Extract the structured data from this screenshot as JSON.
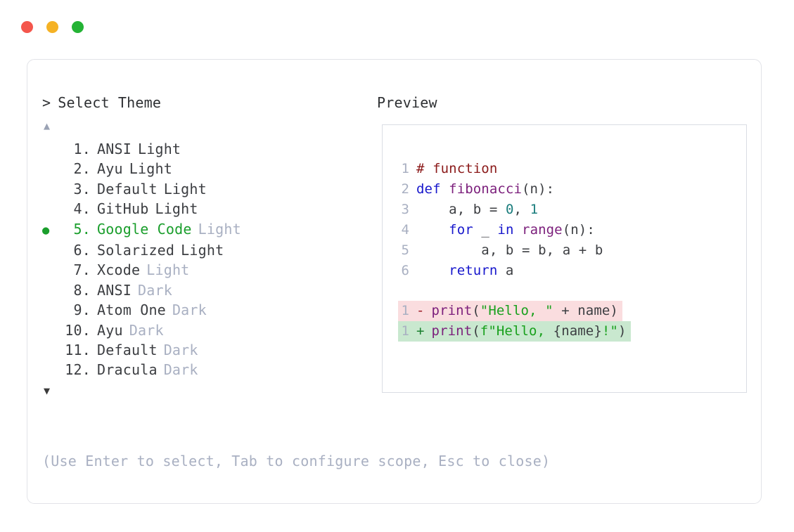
{
  "window": {
    "dots": [
      {
        "name": "close-dot",
        "color": "#F4564C"
      },
      {
        "name": "minimize-dot",
        "color": "#F5B225"
      },
      {
        "name": "maximize-dot",
        "color": "#24B335"
      }
    ]
  },
  "prompt": {
    "caret": ">",
    "title": "Select Theme"
  },
  "scroll": {
    "up_glyph": "▲",
    "down_glyph": "▼"
  },
  "selected_bullet": "●",
  "themes": [
    {
      "number": " 1.",
      "name": "ANSI",
      "variant": "Light",
      "selected": false,
      "variant_muted": false
    },
    {
      "number": " 2.",
      "name": "Ayu",
      "variant": "Light",
      "selected": false,
      "variant_muted": false
    },
    {
      "number": " 3.",
      "name": "Default",
      "variant": "Light",
      "selected": false,
      "variant_muted": false
    },
    {
      "number": " 4.",
      "name": "GitHub",
      "variant": "Light",
      "selected": false,
      "variant_muted": false
    },
    {
      "number": " 5.",
      "name": "Google Code",
      "variant": "Light",
      "selected": true,
      "variant_muted": true
    },
    {
      "number": " 6.",
      "name": "Solarized",
      "variant": "Light",
      "selected": false,
      "variant_muted": false
    },
    {
      "number": " 7.",
      "name": "Xcode",
      "variant": "Light",
      "selected": false,
      "variant_muted": true
    },
    {
      "number": " 8.",
      "name": "ANSI",
      "variant": "Dark",
      "selected": false,
      "variant_muted": true
    },
    {
      "number": " 9.",
      "name": "Atom One",
      "variant": "Dark",
      "selected": false,
      "variant_muted": true
    },
    {
      "number": "10.",
      "name": "Ayu",
      "variant": "Dark",
      "selected": false,
      "variant_muted": true
    },
    {
      "number": "11.",
      "name": "Default",
      "variant": "Dark",
      "selected": false,
      "variant_muted": true
    },
    {
      "number": "12.",
      "name": "Dracula",
      "variant": "Dark",
      "selected": false,
      "variant_muted": true
    }
  ],
  "hint": "(Use Enter to select, Tab to configure scope, Esc to close)",
  "preview": {
    "label": "Preview",
    "code_lines": [
      {
        "ln": "1",
        "tokens": [
          {
            "t": "# function",
            "c": "t-comment"
          }
        ]
      },
      {
        "ln": "2",
        "tokens": [
          {
            "t": "def ",
            "c": "t-kw"
          },
          {
            "t": "fibonacci",
            "c": "t-fn"
          },
          {
            "t": "(n):",
            "c": "t-plain"
          }
        ]
      },
      {
        "ln": "3",
        "tokens": [
          {
            "t": "    a, b = ",
            "c": "t-plain"
          },
          {
            "t": "0",
            "c": "t-num"
          },
          {
            "t": ", ",
            "c": "t-plain"
          },
          {
            "t": "1",
            "c": "t-num"
          }
        ]
      },
      {
        "ln": "4",
        "tokens": [
          {
            "t": "    ",
            "c": "t-plain"
          },
          {
            "t": "for",
            "c": "t-kw"
          },
          {
            "t": " _ ",
            "c": "t-plain"
          },
          {
            "t": "in",
            "c": "t-kw"
          },
          {
            "t": " ",
            "c": "t-plain"
          },
          {
            "t": "range",
            "c": "t-fn"
          },
          {
            "t": "(n):",
            "c": "t-plain"
          }
        ]
      },
      {
        "ln": "5",
        "tokens": [
          {
            "t": "        a, b = b, a + b",
            "c": "t-plain"
          }
        ]
      },
      {
        "ln": "6",
        "tokens": [
          {
            "t": "    ",
            "c": "t-plain"
          },
          {
            "t": "return",
            "c": "t-kw"
          },
          {
            "t": " a",
            "c": "t-plain"
          }
        ]
      }
    ],
    "diff_lines": [
      {
        "ln": "1",
        "kind": "removed",
        "sign": "-",
        "tokens": [
          {
            "t": "print",
            "c": "t-fn"
          },
          {
            "t": "(",
            "c": "t-plain"
          },
          {
            "t": "\"Hello, \"",
            "c": "t-str"
          },
          {
            "t": " + name)",
            "c": "t-plain"
          }
        ]
      },
      {
        "ln": "1",
        "kind": "added",
        "sign": "+",
        "tokens": [
          {
            "t": "print",
            "c": "t-fn"
          },
          {
            "t": "(",
            "c": "t-plain"
          },
          {
            "t": "f",
            "c": "t-str"
          },
          {
            "t": "\"Hello, ",
            "c": "t-str"
          },
          {
            "t": "{name}",
            "c": "t-plain"
          },
          {
            "t": "!\"",
            "c": "t-str"
          },
          {
            "t": ")",
            "c": "t-plain"
          }
        ]
      }
    ]
  },
  "colors": {
    "accent_green": "#1A9E2C",
    "muted": "#A9B0C2",
    "text": "#3C3E42",
    "diff_removed_bg": "#FADDDF",
    "diff_added_bg": "#C9E8CF",
    "card_border": "#E2E3E8",
    "preview_border": "#DADDE4"
  }
}
